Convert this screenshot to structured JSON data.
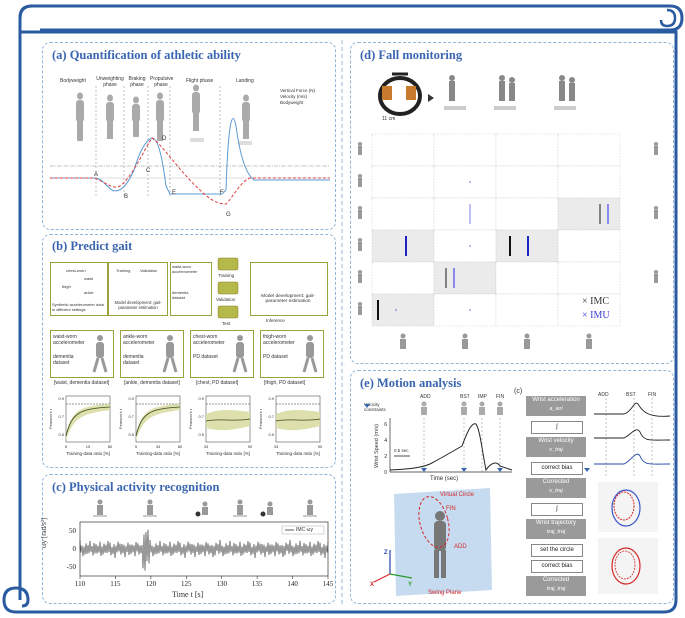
{
  "panels": {
    "a": {
      "title": "(a) Quantification of athletic ability",
      "phases": [
        "Bodyweight",
        "Unweighting phase",
        "Braking phase",
        "Propulsive phase",
        "Flight phase",
        "Landing"
      ],
      "legend": [
        "Vertical Force (N)",
        "Velocity (m/s)",
        "Bodyweight"
      ],
      "points": [
        "A",
        "B",
        "C",
        "D",
        "E",
        "F",
        "G"
      ]
    },
    "b": {
      "title": "(b) Predict gait",
      "top_labels": {
        "chest": "chest-worn",
        "waist": "waist",
        "thigh": "thigh",
        "ankle": "ankle",
        "synthetic": "Synthetic accelerometer data in different settings",
        "training": "Training",
        "validation": "Validation",
        "model_dev": "Model development: gait-parameter estimation",
        "waist_acc": "waist-worn accelerometer",
        "dementia": "dementia dataset",
        "test": "Test",
        "inference": "Inference",
        "model_dev2": "Model development: gait-parameter estimation"
      },
      "sensors": [
        {
          "acc": "waist-worn accelerometer",
          "dataset": "dementia dataset",
          "caption": "[waist, dementia dataset]",
          "xticks": [
            "5",
            "15",
            "80"
          ],
          "marker": "15"
        },
        {
          "acc": "ankle-worn accelerometer",
          "dataset": "dementia dataset",
          "caption": "[ankle, dementia dataset]",
          "xticks": [
            "5",
            "34",
            "80"
          ],
          "marker": "34"
        },
        {
          "acc": "chest-worn accelerometer",
          "dataset": "PD dataset",
          "caption": "[chest, PD dataset]",
          "xticks": [
            "33",
            "90"
          ],
          "marker": ""
        },
        {
          "acc": "thigh-worn accelerometer",
          "dataset": "PD dataset",
          "caption": "[thigh, PD dataset]",
          "xticks": [
            "33",
            "90"
          ],
          "marker": ""
        }
      ],
      "yticks": [
        "0.9",
        "0.7",
        "0.5"
      ],
      "ylabel": "Pearson's r",
      "xlabel": "Training-data ratio [%]"
    },
    "c": {
      "title": "(c) Physical activity recognition",
      "ylabel": "ωy [rad/s²]",
      "xlabel": "Time t [s]",
      "legend": "IMC ωy",
      "yticks": [
        "50",
        "0",
        "-50"
      ],
      "xticks": [
        "110",
        "115",
        "120",
        "125",
        "130",
        "135",
        "140",
        "145"
      ]
    },
    "d": {
      "title": "(d) Fall monitoring",
      "scale_label": "11 cm",
      "legend": [
        {
          "marker": "×",
          "label": "IMC"
        },
        {
          "marker": "×",
          "label": "IMU"
        }
      ]
    },
    "e": {
      "title": "(e) Motion analysis",
      "phase_labels": [
        "ADD",
        "BST",
        "IMP",
        "FIN"
      ],
      "velocity_label": "Velocity constraints",
      "ylabel": "Wrist Speed (m/s)",
      "xlabel": "Time (sec)",
      "scale": "0.5 sec",
      "yticks": [
        "6",
        "4",
        "2",
        "0"
      ],
      "virtual_circle": "Virtual Circle",
      "fin": "FIN",
      "add": "ADD",
      "swing_plane": "Swing Plane",
      "axes": [
        "Z",
        "X",
        "Y"
      ],
      "c_label": "(c)",
      "flow": [
        {
          "text": "Wrist acceleration",
          "sub": "a_wri",
          "style": "gray"
        },
        {
          "text": "∫",
          "sub": "",
          "style": "white"
        },
        {
          "text": "Wrist velocity",
          "sub": "v_traj",
          "style": "gray"
        },
        {
          "text": "correct bias",
          "sub": "",
          "style": "white"
        },
        {
          "text": "Corrected",
          "sub": "v_traj",
          "style": "gray"
        },
        {
          "text": "∫",
          "sub": "",
          "style": "white"
        },
        {
          "text": "Wrist trajectory",
          "sub": "traj_traj",
          "style": "gray"
        },
        {
          "text": "set the circle",
          "sub": "",
          "style": "white"
        },
        {
          "text": "correct bias",
          "sub": "",
          "style": "white"
        },
        {
          "text": "Corrected",
          "sub": "traj_traj",
          "style": "gray"
        }
      ],
      "right_labels": [
        "ADD",
        "BST",
        "FIN"
      ]
    }
  }
}
